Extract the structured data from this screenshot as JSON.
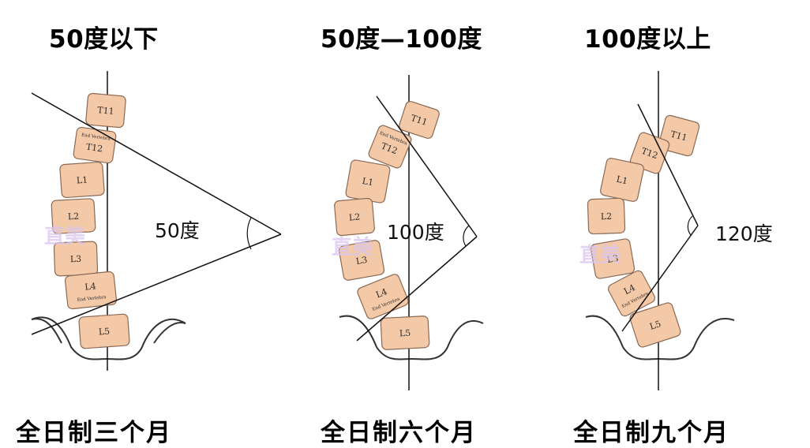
{
  "watermark": "直美",
  "colors": {
    "vertebra_fill": "#f4c9a8",
    "vertebra_stroke": "#8a6a55",
    "line": "#111111"
  },
  "panels": [
    {
      "title": "50度以下",
      "angle_label": "50度",
      "footer": "全日制三个月",
      "vertebrae": [
        {
          "label": "T11",
          "small": ""
        },
        {
          "label": "T12",
          "small": "End Vertebra"
        },
        {
          "label": "L1",
          "small": ""
        },
        {
          "label": "L2",
          "small": ""
        },
        {
          "label": "L3",
          "small": ""
        },
        {
          "label": "L4",
          "small": "End Vertebra"
        },
        {
          "label": "L5",
          "small": ""
        }
      ]
    },
    {
      "title": "50度—100度",
      "angle_label": "100度",
      "footer": "全日制六个月",
      "vertebrae": [
        {
          "label": "T11",
          "small": ""
        },
        {
          "label": "T12",
          "small": "End Vertebra"
        },
        {
          "label": "L1",
          "small": ""
        },
        {
          "label": "L2",
          "small": ""
        },
        {
          "label": "L3",
          "small": ""
        },
        {
          "label": "L4",
          "small": "End Vertebra"
        },
        {
          "label": "L5",
          "small": ""
        }
      ]
    },
    {
      "title": "100度以上",
      "angle_label": "120度",
      "footer": "全日制九个月",
      "vertebrae": [
        {
          "label": "T11",
          "small": ""
        },
        {
          "label": "T12",
          "small": ""
        },
        {
          "label": "L1",
          "small": ""
        },
        {
          "label": "L2",
          "small": ""
        },
        {
          "label": "L3",
          "small": ""
        },
        {
          "label": "L4",
          "small": "End Vertebra"
        },
        {
          "label": "L5",
          "small": ""
        }
      ]
    }
  ]
}
